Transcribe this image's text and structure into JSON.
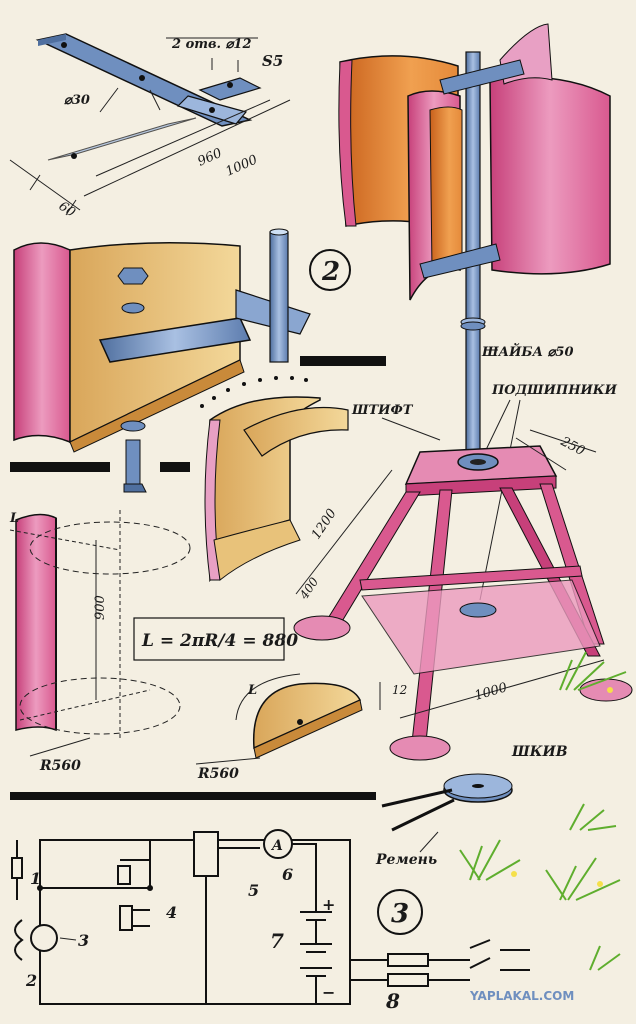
{
  "labels": {
    "holes": "2 отв. ⌀12",
    "s5": "S5",
    "d30": "⌀30",
    "d960": "960",
    "d1000_top": "1000",
    "d60": "60",
    "fig2": "2",
    "fig3": "3",
    "washer": "ШАЙБА ⌀50",
    "pin": "ШТИФТ",
    "bearings": "ПОДШИПНИКИ",
    "d250": "250",
    "d1200": "1200",
    "d400": "400",
    "d1000_frame": "1000",
    "d900": "900",
    "formula": "L = 2πR/4 = 880",
    "r560_a": "R560",
    "r560_b": "R560",
    "l_a": "L",
    "l_b": "L",
    "d12": "12",
    "pulley": "ШКИВ",
    "belt": "Ремень",
    "n1": "1",
    "n2": "2",
    "n3": "3",
    "n4": "4",
    "n5": "5",
    "n6": "6",
    "n7": "7",
    "n8": "8",
    "ammeter": "A",
    "plus": "+",
    "minus": "−",
    "watermark": "YAPLAKAL.COM"
  },
  "colors": {
    "paper": "#f4efe2",
    "pink": "#d9598f",
    "pink_light": "#ec9bbf",
    "orange": "#e07a2e",
    "wood": "#e8c27a",
    "steel": "#6f8fbf",
    "steel_light": "#9cb6dc",
    "ink": "#1a1a1a",
    "grass": "#7fcf4a"
  }
}
